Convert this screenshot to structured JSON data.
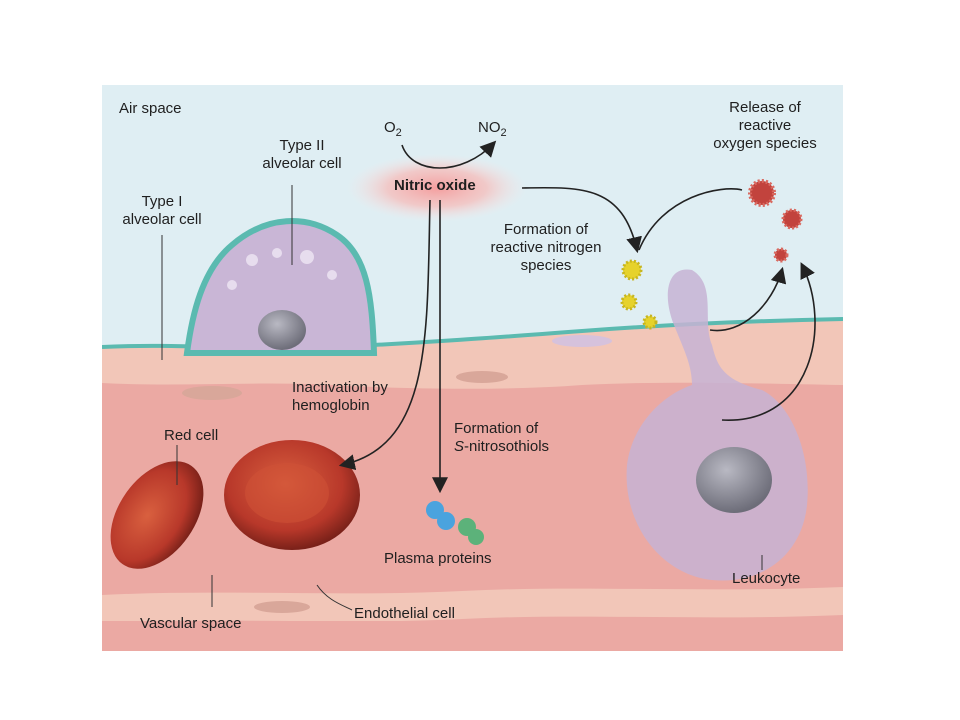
{
  "labels": {
    "air_space": "Air space",
    "type1_line1": "Type I",
    "type1_line2": "alveolar cell",
    "type2_line1": "Type II",
    "type2_line2": "alveolar cell",
    "o2_base": "O",
    "o2_sub": "2",
    "no2_base": "NO",
    "no2_sub": "2",
    "nitric_oxide": "Nitric oxide",
    "ros_line1": "Release of",
    "ros_line2": "reactive",
    "ros_line3": "oxygen species",
    "rns_line1": "Formation of",
    "rns_line2": "reactive nitrogen",
    "rns_line3": "species",
    "inact_line1": "Inactivation by",
    "inact_line2": "hemoglobin",
    "red_cell": "Red cell",
    "sn_line1": "Formation of",
    "sn_line2_prefix": "S",
    "sn_line2_rest": "-nitrosothiols",
    "plasma_proteins": "Plasma proteins",
    "leukocyte": "Leukocyte",
    "vascular_space": "Vascular space",
    "endothelial_cell": "Endothelial cell"
  },
  "colors": {
    "air_space": "#dfeef3",
    "vascular_space": "#eba9a3",
    "tissue": "#f2c6b8",
    "surfactant": "#5bbab0",
    "alveolar_cell": "#c9b6d6",
    "red_cell": "#c2432f",
    "leukocyte": "#c7b3d3",
    "nitric_oxide_glow": "#f6a4a4",
    "rns_particles": "#e6d22b",
    "ros_particles": "#c2433d",
    "protein_blue": "#4aa3de",
    "protein_green": "#5cb27a"
  }
}
